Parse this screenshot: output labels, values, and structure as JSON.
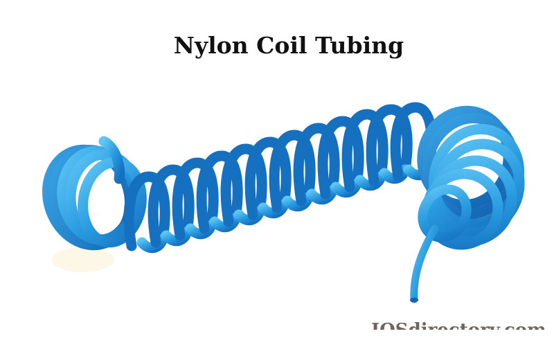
{
  "title": "Nylon Coil Tubing",
  "watermark": "IQSdirectory.com",
  "image": {
    "subject": "blue nylon coil tubing",
    "icon": "coil-tubing-illustration",
    "colors": {
      "tube_main": "#2a9be0",
      "tube_highlight": "#5fc6f5",
      "tube_shadow": "#1470c0",
      "tube_end": "#1560b8",
      "background": "#ffffff",
      "title": "#111111",
      "watermark": "#6e6460"
    }
  }
}
